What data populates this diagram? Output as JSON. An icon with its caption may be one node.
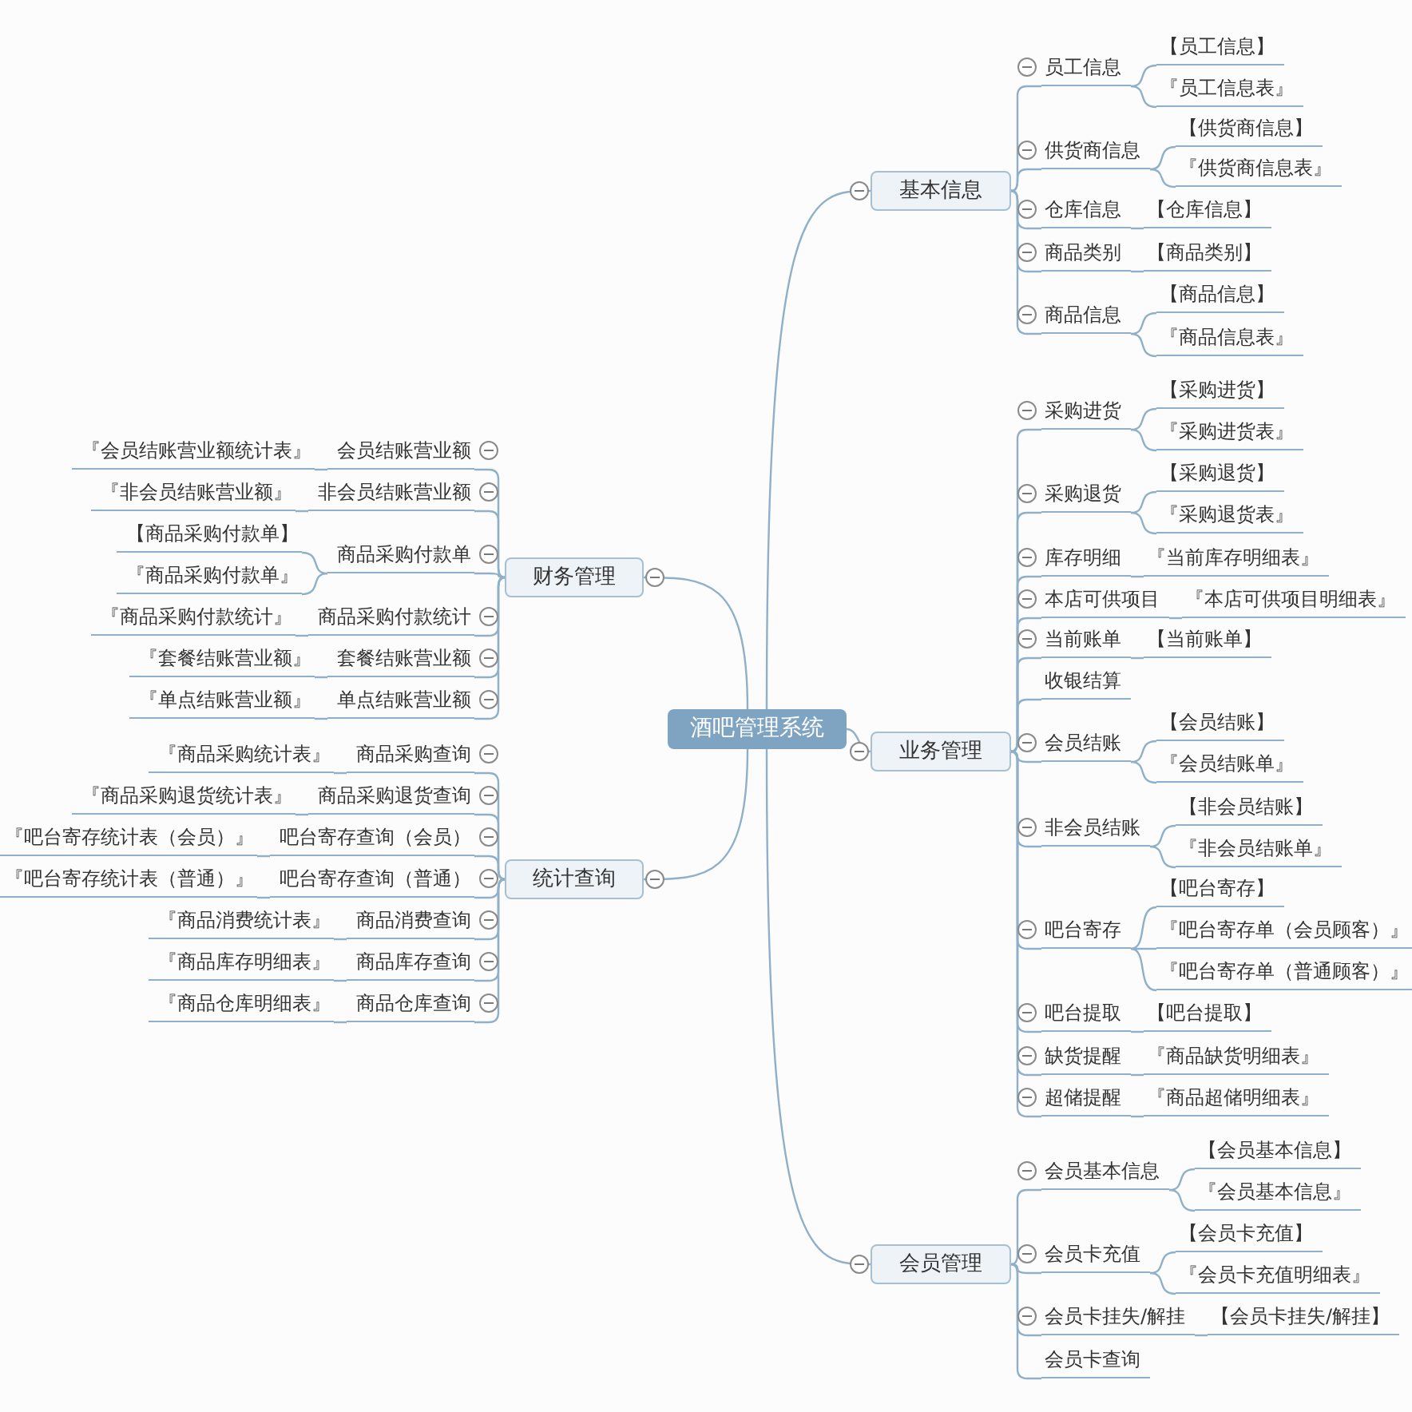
{
  "diagram": {
    "nodes": [
      {
        "text": [
          "酒吧管理系统"
        ]
      },
      {
        "text": [
          "基本信息"
        ]
      },
      {
        "text": [
          "员工信息"
        ]
      },
      {
        "text": [
          "【员工信息】"
        ]
      },
      {
        "text": [
          "『员工信息表』"
        ]
      },
      {
        "text": [
          "供货商信息"
        ]
      },
      {
        "text": [
          "【供货商信息】"
        ]
      },
      {
        "text": [
          "『供货商信息表』"
        ]
      },
      {
        "text": [
          "仓库信息"
        ]
      },
      {
        "text": [
          "【仓库信息】"
        ]
      },
      {
        "text": [
          "商品类别"
        ]
      },
      {
        "text": [
          "【商品类别】"
        ]
      },
      {
        "text": [
          "商品信息"
        ]
      },
      {
        "text": [
          "【商品信息】"
        ]
      },
      {
        "text": [
          "『商品信息表』"
        ]
      },
      {
        "text": [
          "业务管理"
        ]
      },
      {
        "text": [
          "采购进货"
        ]
      },
      {
        "text": [
          "【采购进货】"
        ]
      },
      {
        "text": [
          "『采购进货表』"
        ]
      },
      {
        "text": [
          "采购退货"
        ]
      },
      {
        "text": [
          "【采购退货】"
        ]
      },
      {
        "text": [
          "『采购退货表』"
        ]
      },
      {
        "text": [
          "库存明细"
        ]
      },
      {
        "text": [
          "『当前库存明细表』"
        ]
      },
      {
        "text": [
          "本店可供项目"
        ]
      },
      {
        "text": [
          "『本店可供项目明细表』"
        ]
      },
      {
        "text": [
          "当前账单"
        ]
      },
      {
        "text": [
          "【当前账单】"
        ]
      },
      {
        "text": [
          "收银结算"
        ]
      },
      {
        "text": [
          "会员结账"
        ]
      },
      {
        "text": [
          "【会员结账】"
        ]
      },
      {
        "text": [
          "『会员结账单』"
        ]
      },
      {
        "text": [
          "非会员结账"
        ]
      },
      {
        "text": [
          "【非会员结账】"
        ]
      },
      {
        "text": [
          "『非会员结账单』"
        ]
      },
      {
        "text": [
          "吧台寄存"
        ]
      },
      {
        "text": [
          "【吧台寄存】"
        ]
      },
      {
        "text": [
          "『吧台寄存单（会员顾客）』"
        ]
      },
      {
        "text": [
          "『吧台寄存单（普通顾客）』"
        ]
      },
      {
        "text": [
          "吧台提取"
        ]
      },
      {
        "text": [
          "【吧台提取】"
        ]
      },
      {
        "text": [
          "缺货提醒"
        ]
      },
      {
        "text": [
          "『商品缺货明细表』"
        ]
      },
      {
        "text": [
          "超储提醒"
        ]
      },
      {
        "text": [
          "『商品超储明细表』"
        ]
      },
      {
        "text": [
          "会员管理"
        ]
      },
      {
        "text": [
          "会员基本信息"
        ]
      },
      {
        "text": [
          "【会员基本信息】"
        ]
      },
      {
        "text": [
          "『会员基本信息』"
        ]
      },
      {
        "text": [
          "会员卡充值"
        ]
      },
      {
        "text": [
          "【会员卡充值】"
        ]
      },
      {
        "text": [
          "『会员卡充值明细表』"
        ]
      },
      {
        "text": [
          "会员卡挂失/解挂"
        ]
      },
      {
        "text": [
          "【会员卡挂失/解挂】"
        ]
      },
      {
        "text": [
          "会员卡查询"
        ]
      },
      {
        "text": [
          "财务管理"
        ]
      },
      {
        "text": [
          "会员结账营业额"
        ]
      },
      {
        "text": [
          "『会员结账营业额统计表』"
        ]
      },
      {
        "text": [
          "非会员结账营业额"
        ]
      },
      {
        "text": [
          "『非会员结账营业额』"
        ]
      },
      {
        "text": [
          "商品采购付款单"
        ]
      },
      {
        "text": [
          "【商品采购付款单】"
        ]
      },
      {
        "text": [
          "『商品采购付款单』"
        ]
      },
      {
        "text": [
          "商品采购付款统计"
        ]
      },
      {
        "text": [
          "『商品采购付款统计』"
        ]
      },
      {
        "text": [
          "套餐结账营业额"
        ]
      },
      {
        "text": [
          "『套餐结账营业额』"
        ]
      },
      {
        "text": [
          "单点结账营业额"
        ]
      },
      {
        "text": [
          "『单点结账营业额』"
        ]
      },
      {
        "text": [
          "统计查询"
        ]
      },
      {
        "text": [
          "商品采购查询"
        ]
      },
      {
        "text": [
          "『商品采购统计表』"
        ]
      },
      {
        "text": [
          "商品采购退货查询"
        ]
      },
      {
        "text": [
          "『商品采购退货统计表』"
        ]
      },
      {
        "text": [
          "吧台寄存查询（会员）"
        ]
      },
      {
        "text": [
          "『吧台寄存统计表（会员）』"
        ]
      },
      {
        "text": [
          "吧台寄存查询（普通）"
        ]
      },
      {
        "text": [
          "『吧台寄存统计表（普通）』"
        ]
      },
      {
        "text": [
          "商品消费查询"
        ]
      },
      {
        "text": [
          "『商品消费统计表』"
        ]
      },
      {
        "text": [
          "商品库存查询"
        ]
      },
      {
        "text": [
          "『商品库存明细表』"
        ]
      },
      {
        "text": [
          "商品仓库查询"
        ]
      },
      {
        "text": [
          "『商品仓库明细表』"
        ]
      }
    ],
    "edges": [
      {
        "from": 0,
        "to": 1,
        "arrow": "none"
      },
      {
        "from": 0,
        "to": 15,
        "arrow": "none"
      },
      {
        "from": 0,
        "to": 45,
        "arrow": "none"
      },
      {
        "from": 0,
        "to": 55,
        "arrow": "none"
      },
      {
        "from": 0,
        "to": 69,
        "arrow": "none"
      },
      {
        "from": 1,
        "to": 2,
        "arrow": "none"
      },
      {
        "from": 2,
        "to": 3,
        "arrow": "none"
      },
      {
        "from": 2,
        "to": 4,
        "arrow": "none"
      },
      {
        "from": 1,
        "to": 5,
        "arrow": "none"
      },
      {
        "from": 5,
        "to": 6,
        "arrow": "none"
      },
      {
        "from": 5,
        "to": 7,
        "arrow": "none"
      },
      {
        "from": 1,
        "to": 8,
        "arrow": "none"
      },
      {
        "from": 8,
        "to": 9,
        "arrow": "none"
      },
      {
        "from": 1,
        "to": 10,
        "arrow": "none"
      },
      {
        "from": 10,
        "to": 11,
        "arrow": "none"
      },
      {
        "from": 1,
        "to": 12,
        "arrow": "none"
      },
      {
        "from": 12,
        "to": 13,
        "arrow": "none"
      },
      {
        "from": 12,
        "to": 14,
        "arrow": "none"
      },
      {
        "from": 15,
        "to": 16,
        "arrow": "none"
      },
      {
        "from": 16,
        "to": 17,
        "arrow": "none"
      },
      {
        "from": 16,
        "to": 18,
        "arrow": "none"
      },
      {
        "from": 15,
        "to": 19,
        "arrow": "none"
      },
      {
        "from": 19,
        "to": 20,
        "arrow": "none"
      },
      {
        "from": 19,
        "to": 21,
        "arrow": "none"
      },
      {
        "from": 15,
        "to": 22,
        "arrow": "none"
      },
      {
        "from": 22,
        "to": 23,
        "arrow": "none"
      },
      {
        "from": 15,
        "to": 24,
        "arrow": "none"
      },
      {
        "from": 24,
        "to": 25,
        "arrow": "none"
      },
      {
        "from": 15,
        "to": 26,
        "arrow": "none"
      },
      {
        "from": 26,
        "to": 27,
        "arrow": "none"
      },
      {
        "from": 15,
        "to": 28,
        "arrow": "none"
      },
      {
        "from": 15,
        "to": 29,
        "arrow": "none"
      },
      {
        "from": 29,
        "to": 30,
        "arrow": "none"
      },
      {
        "from": 29,
        "to": 31,
        "arrow": "none"
      },
      {
        "from": 15,
        "to": 32,
        "arrow": "none"
      },
      {
        "from": 32,
        "to": 33,
        "arrow": "none"
      },
      {
        "from": 32,
        "to": 34,
        "arrow": "none"
      },
      {
        "from": 15,
        "to": 35,
        "arrow": "none"
      },
      {
        "from": 35,
        "to": 36,
        "arrow": "none"
      },
      {
        "from": 35,
        "to": 37,
        "arrow": "none"
      },
      {
        "from": 35,
        "to": 38,
        "arrow": "none"
      },
      {
        "from": 15,
        "to": 39,
        "arrow": "none"
      },
      {
        "from": 39,
        "to": 40,
        "arrow": "none"
      },
      {
        "from": 15,
        "to": 41,
        "arrow": "none"
      },
      {
        "from": 41,
        "to": 42,
        "arrow": "none"
      },
      {
        "from": 15,
        "to": 43,
        "arrow": "none"
      },
      {
        "from": 43,
        "to": 44,
        "arrow": "none"
      },
      {
        "from": 45,
        "to": 46,
        "arrow": "none"
      },
      {
        "from": 46,
        "to": 47,
        "arrow": "none"
      },
      {
        "from": 46,
        "to": 48,
        "arrow": "none"
      },
      {
        "from": 45,
        "to": 49,
        "arrow": "none"
      },
      {
        "from": 49,
        "to": 50,
        "arrow": "none"
      },
      {
        "from": 49,
        "to": 51,
        "arrow": "none"
      },
      {
        "from": 45,
        "to": 52,
        "arrow": "none"
      },
      {
        "from": 52,
        "to": 53,
        "arrow": "none"
      },
      {
        "from": 45,
        "to": 54,
        "arrow": "none"
      },
      {
        "from": 55,
        "to": 56,
        "arrow": "none"
      },
      {
        "from": 56,
        "to": 57,
        "arrow": "none"
      },
      {
        "from": 55,
        "to": 58,
        "arrow": "none"
      },
      {
        "from": 58,
        "to": 59,
        "arrow": "none"
      },
      {
        "from": 55,
        "to": 60,
        "arrow": "none"
      },
      {
        "from": 60,
        "to": 61,
        "arrow": "none"
      },
      {
        "from": 60,
        "to": 62,
        "arrow": "none"
      },
      {
        "from": 55,
        "to": 63,
        "arrow": "none"
      },
      {
        "from": 63,
        "to": 64,
        "arrow": "none"
      },
      {
        "from": 55,
        "to": 65,
        "arrow": "none"
      },
      {
        "from": 65,
        "to": 66,
        "arrow": "none"
      },
      {
        "from": 55,
        "to": 67,
        "arrow": "none"
      },
      {
        "from": 67,
        "to": 68,
        "arrow": "none"
      },
      {
        "from": 69,
        "to": 70,
        "arrow": "none"
      },
      {
        "from": 70,
        "to": 71,
        "arrow": "none"
      },
      {
        "from": 69,
        "to": 72,
        "arrow": "none"
      },
      {
        "from": 72,
        "to": 73,
        "arrow": "none"
      },
      {
        "from": 69,
        "to": 74,
        "arrow": "none"
      },
      {
        "from": 74,
        "to": 75,
        "arrow": "none"
      },
      {
        "from": 69,
        "to": 76,
        "arrow": "none"
      },
      {
        "from": 76,
        "to": 77,
        "arrow": "none"
      },
      {
        "from": 69,
        "to": 78,
        "arrow": "none"
      },
      {
        "from": 78,
        "to": 79,
        "arrow": "none"
      },
      {
        "from": 69,
        "to": 80,
        "arrow": "none"
      },
      {
        "from": 80,
        "to": 81,
        "arrow": "none"
      },
      {
        "from": 69,
        "to": 82,
        "arrow": "none"
      },
      {
        "from": 82,
        "to": 83,
        "arrow": "none"
      }
    ]
  }
}
